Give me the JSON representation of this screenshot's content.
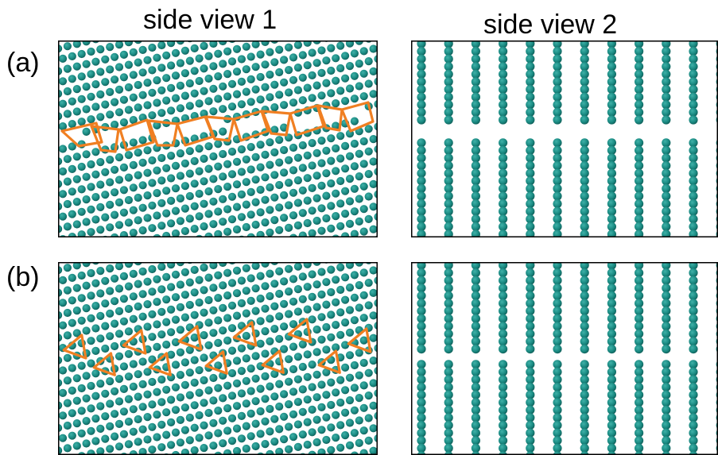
{
  "titles": {
    "side_view_1": "side view 1",
    "side_view_2": "side view 2"
  },
  "rows": {
    "a": "(a)",
    "b": "(b)"
  },
  "colors": {
    "atom": "#1a8a82",
    "atom_highlight": "#3fb1a8",
    "atom_edge": "#0f5b55",
    "outline": "#f07f22",
    "frame": "#000000"
  }
}
